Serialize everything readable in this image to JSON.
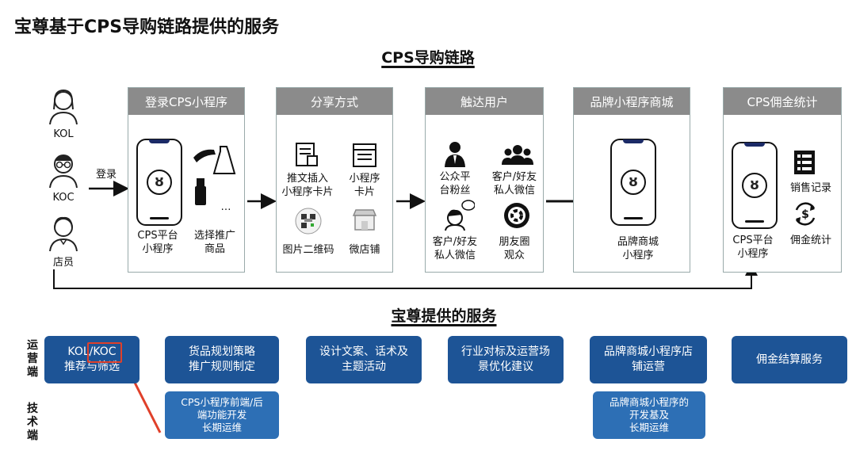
{
  "main_title": "宝尊基于CPS导购链路提供的服务",
  "chain_title": "CPS导购链路",
  "services_title": "宝尊提供的服务",
  "roles": [
    {
      "label": "KOL",
      "icon": "woman-avatar-icon"
    },
    {
      "label": "KOC",
      "icon": "glasses-avatar-icon"
    },
    {
      "label": "店员",
      "icon": "staff-avatar-icon"
    }
  ],
  "login_label": "登录",
  "stages": [
    {
      "header": "登录CPS小程序",
      "items": [
        {
          "label": "CPS平台\n小程序",
          "icon": "phone-miniprogram-icon"
        },
        {
          "label": "选择推广\n商品",
          "icon": "products-icon",
          "extra": "…"
        }
      ]
    },
    {
      "header": "分享方式",
      "items": [
        {
          "label": "推文插入\n小程序卡片",
          "icon": "article-card-icon"
        },
        {
          "label": "小程序\n卡片",
          "icon": "card-icon"
        },
        {
          "label": "图片二维码",
          "icon": "qrcode-icon"
        },
        {
          "label": "微店铺",
          "icon": "shop-icon"
        }
      ]
    },
    {
      "header": "触达用户",
      "items": [
        {
          "label": "公众平\n台粉丝",
          "icon": "fan-icon"
        },
        {
          "label": "客户/好友\n私人微信",
          "icon": "group-icon"
        },
        {
          "label": "客户/好友\n私人微信",
          "icon": "chat-user-icon"
        },
        {
          "label": "朋友圈\n观众",
          "icon": "moments-icon"
        }
      ]
    },
    {
      "header": "品牌小程序商城",
      "items": [
        {
          "label": "品牌商城\n小程序",
          "icon": "phone-miniprogram-icon"
        }
      ]
    },
    {
      "header": "CPS佣金统计",
      "items": [
        {
          "label": "CPS平台\n小程序",
          "icon": "phone-miniprogram-icon"
        },
        {
          "label": "销售记录",
          "icon": "sales-record-icon"
        },
        {
          "label": "佣金统计",
          "icon": "commission-icon"
        }
      ]
    }
  ],
  "side_labels": {
    "ops": "运营端",
    "tech": "技术端"
  },
  "services": {
    "ops": [
      {
        "text": "KOL/KOC\n推荐与筛选"
      },
      {
        "text": "货品规划策略\n推广规则制定"
      },
      {
        "text": "设计文案、话术及\n主题活动"
      },
      {
        "text": "行业对标及运营场\n景优化建议"
      },
      {
        "text": "品牌商城小程序店\n铺运营"
      },
      {
        "text": "佣金结算服务"
      }
    ],
    "tech": [
      {
        "text": "CPS小程序前端/后\n端功能开发\n长期运维"
      },
      {
        "text": "品牌商城小程序的\n开发基及\n长期运维"
      }
    ]
  },
  "colors": {
    "stage_header": "#8b8b8b",
    "service_box": "#1d5496",
    "tech_box": "#2d6fb5",
    "highlight": "#e0402a"
  }
}
